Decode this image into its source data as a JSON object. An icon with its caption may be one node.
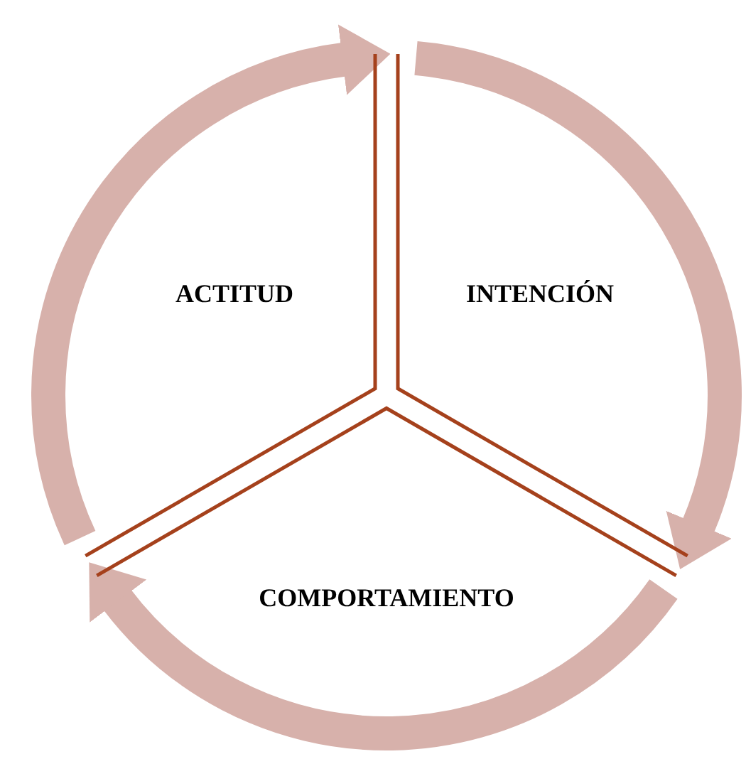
{
  "diagram": {
    "nodes": [
      {
        "text": [
          "ACTITUD"
        ]
      },
      {
        "text": [
          "INTENCIÓN"
        ]
      },
      {
        "text": [
          "COMPORTAMIENTO"
        ]
      }
    ],
    "edges": [
      {
        "from": 0,
        "to": 1,
        "arrow": "to"
      },
      {
        "from": 1,
        "to": 2,
        "arrow": "to"
      },
      {
        "from": 2,
        "to": 0,
        "arrow": "to"
      }
    ]
  }
}
